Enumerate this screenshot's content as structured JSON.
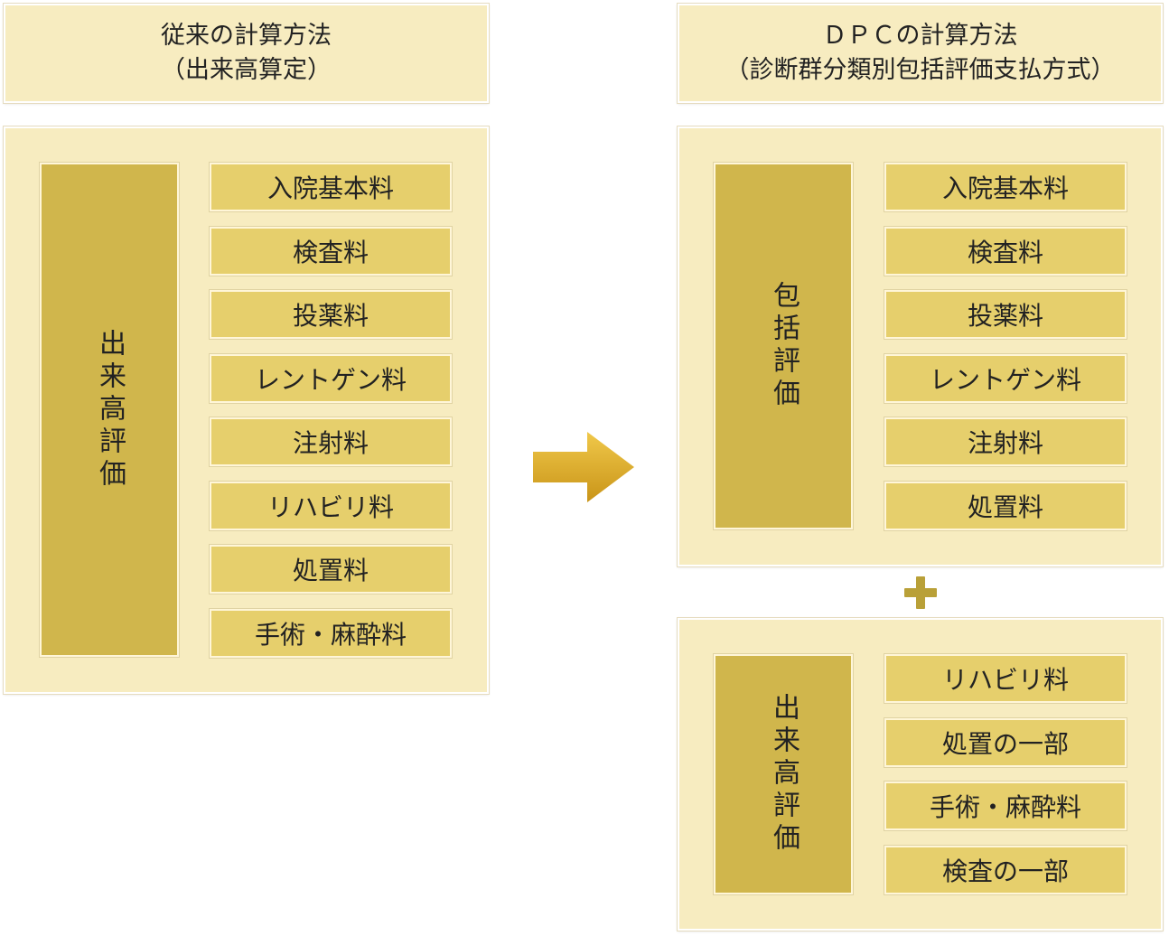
{
  "left": {
    "heading_line1": "従来の計算方法",
    "heading_line2": "（出来高算定）",
    "vertical_label": "出来高評価",
    "items": [
      "入院基本料",
      "検査料",
      "投薬料",
      "レントゲン料",
      "注射料",
      "リハビリ料",
      "処置料",
      "手術・麻酔料"
    ]
  },
  "right": {
    "heading_line1": "ＤＰＣの計算方法",
    "heading_line2": "（診断群分類別包括評価支払方式）",
    "top_vertical_label": "包括評価",
    "top_items": [
      "入院基本料",
      "検査料",
      "投薬料",
      "レントゲン料",
      "注射料",
      "処置料"
    ],
    "bottom_vertical_label": "出来高評価",
    "bottom_items": [
      "リハビリ料",
      "処置の一部",
      "手術・麻酔料",
      "検査の一部"
    ]
  },
  "colors": {
    "panel": "#f7ecc0",
    "vertical_box": "#d0b64c",
    "item_box": "#e6cf6c",
    "arrow": "#d9a92a",
    "plus": "#b9a038"
  },
  "icons": {
    "arrow": "right-arrow-icon",
    "plus": "plus-icon"
  }
}
